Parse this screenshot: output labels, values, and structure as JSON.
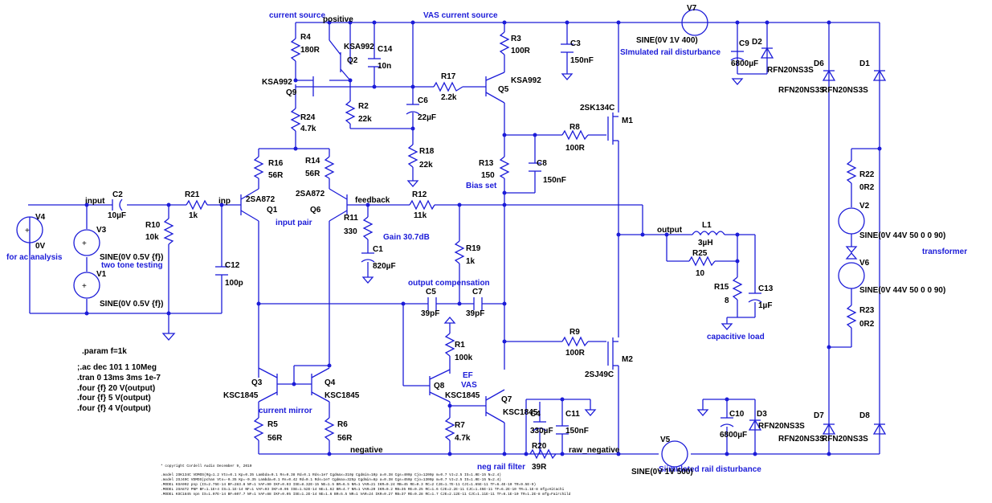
{
  "annotations": {
    "current_source": "current source",
    "positive": "positive",
    "vas_current_source": "VAS current source",
    "simulated_rail_disturbance_top": "SImulated rail disturbance",
    "input_pair": "input pair",
    "gain": "Gain 30.7dB",
    "bias_set": "Bias set",
    "output_compensation": "output compensation",
    "capacitive_load": "capacitive load",
    "transformer": "transformer",
    "for_ac_analysis": "for ac analysis",
    "two_tone_testing": "two tone testing",
    "ef": "EF",
    "vas": "VAS",
    "current_mirror": "current mirror",
    "neg_rail_filter": "neg rail filter",
    "simulated_rail_disturbance_bottom": "Siimulated rail disturbance"
  },
  "nets": {
    "input": "input",
    "inp": "inp",
    "feedback": "feedback",
    "output": "output",
    "negative": "negative",
    "raw_negative": "raw_negative"
  },
  "components": {
    "R4": {
      "ref": "R4",
      "value": "180R"
    },
    "Q2": {
      "ref": "Q2",
      "value": "KSA992"
    },
    "C14": {
      "ref": "C14",
      "value": "10n"
    },
    "Q9": {
      "ref": "Q9",
      "value": "KSA992"
    },
    "R24": {
      "ref": "R24",
      "value": "4.7k"
    },
    "R2": {
      "ref": "R2",
      "value": "22k"
    },
    "C6": {
      "ref": "C6",
      "value": "22µF"
    },
    "R17": {
      "ref": "R17",
      "value": "2.2k"
    },
    "R3": {
      "ref": "R3",
      "value": "100R"
    },
    "Q5": {
      "ref": "Q5",
      "value": "KSA992"
    },
    "C3": {
      "ref": "C3",
      "value": "150nF"
    },
    "R18": {
      "ref": "R18",
      "value": "22k"
    },
    "R16": {
      "ref": "R16",
      "value": "56R"
    },
    "R14": {
      "ref": "R14",
      "value": "56R"
    },
    "Q1": {
      "ref": "Q1",
      "value": "2SA872"
    },
    "Q6": {
      "ref": "Q6",
      "value": "2SA872"
    },
    "R21": {
      "ref": "R21",
      "value": "1k"
    },
    "C2": {
      "ref": "C2",
      "value": "10µF"
    },
    "R10": {
      "ref": "R10",
      "value": "10k"
    },
    "R11": {
      "ref": "R11",
      "value": "330"
    },
    "C1": {
      "ref": "C1",
      "value": "820µF"
    },
    "R12": {
      "ref": "R12",
      "value": "11k"
    },
    "R19": {
      "ref": "R19",
      "value": "1k"
    },
    "C12": {
      "ref": "C12",
      "value": "100p"
    },
    "C5": {
      "ref": "C5",
      "value": "39pF"
    },
    "C7": {
      "ref": "C7",
      "value": "39pF"
    },
    "R1": {
      "ref": "R1",
      "value": "100k"
    },
    "Q3": {
      "ref": "Q3",
      "value": "KSC1845"
    },
    "Q4": {
      "ref": "Q4",
      "value": "KSC1845"
    },
    "R5": {
      "ref": "R5",
      "value": "56R"
    },
    "R6": {
      "ref": "R6",
      "value": "56R"
    },
    "Q8": {
      "ref": "Q8",
      "value": "KSC1845"
    },
    "R7": {
      "ref": "R7",
      "value": "4.7k"
    },
    "Q7": {
      "ref": "Q7",
      "value": "KSC1845"
    },
    "C4": {
      "ref": "C4",
      "value": "330µF"
    },
    "C11": {
      "ref": "C11",
      "value": "150nF"
    },
    "R20": {
      "ref": "R20",
      "value": "39R"
    },
    "R8": {
      "ref": "R8",
      "value": "100R"
    },
    "R13": {
      "ref": "R13",
      "value": "150"
    },
    "C8": {
      "ref": "C8",
      "value": "150nF"
    },
    "M1": {
      "ref": "M1",
      "value": "2SK134C"
    },
    "R9": {
      "ref": "R9",
      "value": "100R"
    },
    "M2": {
      "ref": "M2",
      "value": "2SJ49C"
    },
    "L1": {
      "ref": "L1",
      "value": "3µH"
    },
    "R25": {
      "ref": "R25",
      "value": "10"
    },
    "R15": {
      "ref": "R15",
      "value": "8"
    },
    "C13": {
      "ref": "C13",
      "value": "1µF"
    },
    "V7": {
      "ref": "V7",
      "value": "SINE(0V 1V 400)"
    },
    "C9": {
      "ref": "C9",
      "value": "6800µF"
    },
    "D2": {
      "ref": "D2",
      "value": "RFN20NS3S"
    },
    "D6": {
      "ref": "D6",
      "value": "RFN20NS3S"
    },
    "D1": {
      "ref": "D1",
      "value": "RFN20NS3S"
    },
    "R22": {
      "ref": "R22",
      "value": "0R2"
    },
    "V2": {
      "ref": "V2",
      "value": "SINE(0V 44V 50 0 0 90)"
    },
    "V6": {
      "ref": "V6",
      "value": "SINE(0V 44V 50 0 0 90)"
    },
    "R23": {
      "ref": "R23",
      "value": "0R2"
    },
    "C10": {
      "ref": "C10",
      "value": "6800µF"
    },
    "D3": {
      "ref": "D3",
      "value": "RFN20NS3S"
    },
    "D7": {
      "ref": "D7",
      "value": "RFN20NS3S"
    },
    "D8": {
      "ref": "D8",
      "value": "RFN20NS3S"
    },
    "V5": {
      "ref": "V5",
      "value": "SINE(0V 1V 500)"
    },
    "V4": {
      "ref": "V4",
      "value": "0V"
    },
    "V3": {
      "ref": "V3",
      "value": "SINE(0V 0.5V {f})"
    },
    "V1": {
      "ref": "V1",
      "value": "SINE(0V 0.5V {f})"
    }
  },
  "directives": [
    ".param f=1k",
    ";.ac dec 101 1 10Meg",
    ".tran 0 13ms 3ms 1e-7",
    ".four {f} 20 V(output)",
    ".four {f} 5 V(output)",
    ".four {f} 4 V(output)"
  ],
  "copyright": "* copyright Cordell Audio December 9, 2010",
  "model_lines": [
    ".model 2SK134C VDMOS(Rg=1.2 Vto=0.1 Kp=0.35 Lambda=0.1 Rs=0.38 Rd=0.1 Rds=1e7 Cgdmax=310p Cgdmin=10p a=0.38 Cgs=400p Cjo=1200p m=0.7 VJ=2.5 IS=1.0E-15 N=2.4)",
    ".model 2SJ49C VDMOS(pchan Vto=-0.35 Kp=-0.35 Lambda=0.1 Rs=0.42 Rd=0.1 Rds=1e7 Cgdmax=325p Cgdmin=8p a=0.38 Cgs=450p Cjo=1300p m=0.7 VJ=2.5 IS=1.0E-15 N=2.4)",
    ".MODEL KSA992 pnp (IS=2.75E-14 BF=283.8 NF=1 VAF=90 IKF=0.03 ISE=8.32E-15 NE=1.5 BR=6.5 NR=1 VAR=21 IKR=0.24 RB=45 RE=0.3 RC=2 CJE=1.7E-11 CJC=1.65E-11 TF=6.4E-10 TR=9.5E-9)",
    ".MODEL 2SA872 PNP BF=1.1E+4 IS=1.1E-14 NF=1 VAF=93 IKF=0.05 ISE=1.52E-14 NE=1.62 BR=4.7 NR=1 VAR=20 IKR=0.2 RB=35 RE=0.25 RC=1.6 CJE=2.2E-11 CJC=1.45E-11 TF=6.2E-10 TR=1.1E-8 mfg=Hitachi",
    ".MODEL KSC1845 npn IS=1.07E-14 BF=607.7 NF=1 VAF=88 IKF=0.05 ISE=1.2E-14 NE=1.6 BR=5.5 NR=1 VAR=24 IKR=0.27 RB=37 RE=0.28 RC=1.7 CJE=2.12E-11 CJC=1.11E-11 TF=6.1E-10 TR=1.2E-8 mfg=Fairchild"
  ]
}
